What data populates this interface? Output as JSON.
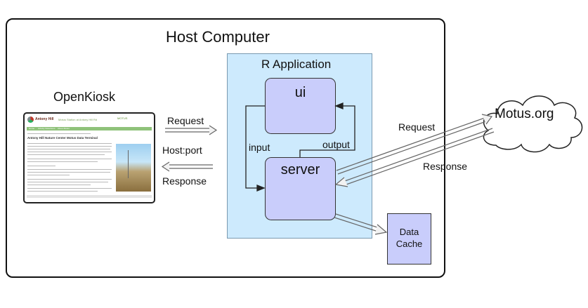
{
  "host": {
    "title": "Host Computer"
  },
  "openkiosk": {
    "title": "OpenKiosk",
    "screenshot": {
      "logo_text": "Antony Hill",
      "header_text": "Motus Station at Antony Hill Rd",
      "motus_text": "MOTUS",
      "nav_items": [
        "Home",
        "Activity Detections",
        "About Motus"
      ],
      "page_title": "Antony Hill Nature Center Motus Data Terminal"
    }
  },
  "r_application": {
    "title": "R Application",
    "ui_label": "ui",
    "server_label": "server"
  },
  "data_cache": {
    "label_line1": "Data",
    "label_line2": "Cache"
  },
  "motus_cloud": {
    "label": "Motus.org"
  },
  "edges": {
    "kiosk_request": "Request",
    "host_port": "Host:port",
    "kiosk_response": "Response",
    "input": "input",
    "output": "output",
    "motus_request": "Request",
    "motus_response": "Response"
  },
  "colors": {
    "r_app_fill": "#cdeafd",
    "box_fill": "#c9cdfb",
    "border": "#111111"
  }
}
